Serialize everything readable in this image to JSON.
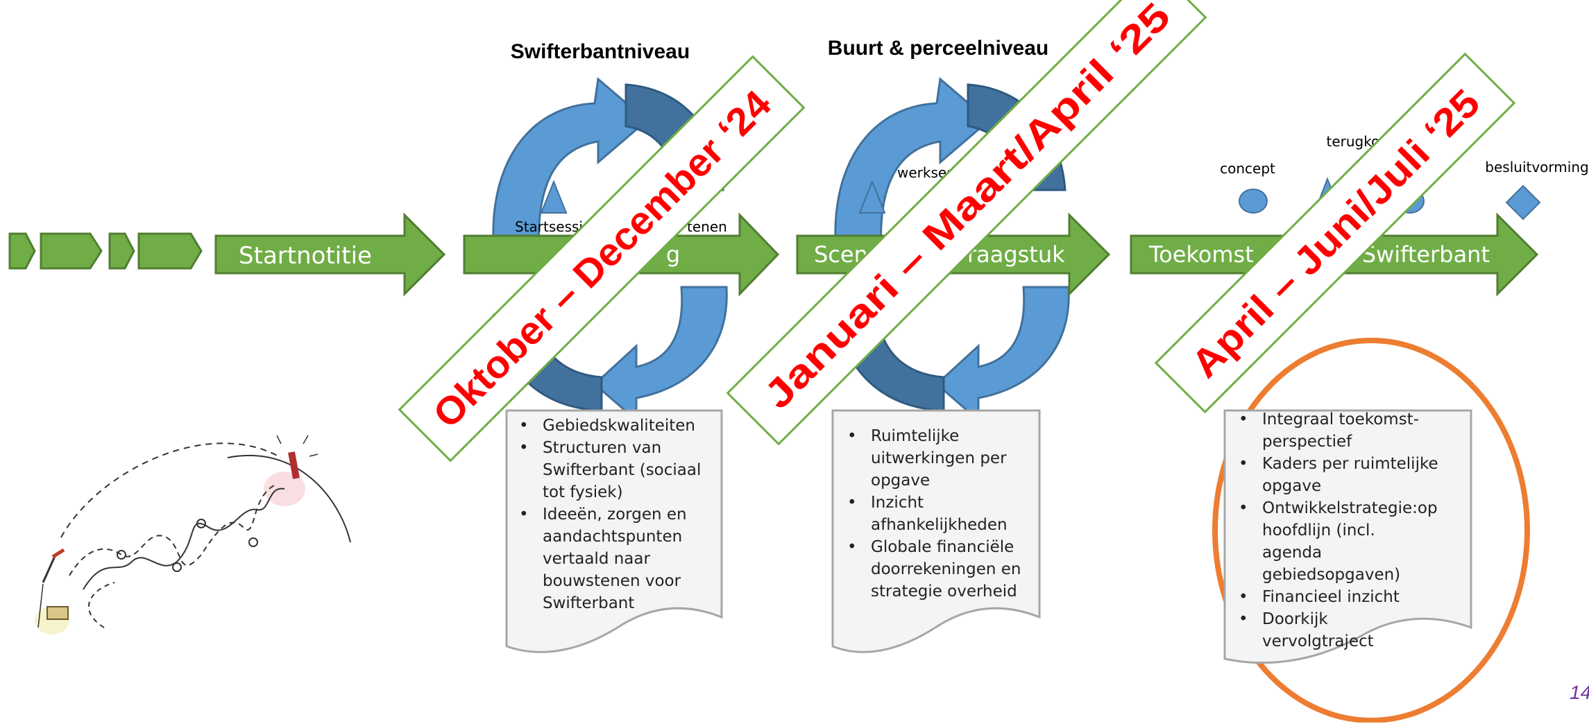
{
  "headings": {
    "level_1": "Swifterbantniveau",
    "level_2": "Buurt & perceelniveau"
  },
  "arrows": {
    "a1": "Startnotitie",
    "a2": "g",
    "a3_left": "Scen",
    "a3_right": "vraagstuk",
    "a4_left": "Toekomst",
    "a4_right": "f Swifterbant"
  },
  "small_labels": {
    "startsessie": "Startsessie",
    "bouwstenen_tail": "tenen",
    "werksessie": "werkses",
    "concept": "concept",
    "terugkoppeling": "terugkoppeling",
    "besluitvorming": "besluitvorming"
  },
  "banners": {
    "b1": "Oktober – December ‘24",
    "b2": "Januari – Maart/April ‘25",
    "b3": "April – Juni/Juli ‘25"
  },
  "notes": {
    "n1": [
      "Gebiedskwaliteiten",
      "Structuren van Swifterbant (sociaal tot fysiek)",
      "Ideeën, zorgen en aandachtspunten vertaald naar bouwstenen voor Swifterbant"
    ],
    "n2": [
      "Ruimtelijke uitwerkingen per opgave",
      "Inzicht afhankelijkheden",
      "Globale financiële doorrekeningen en strategie overheid"
    ],
    "n3": [
      "Integraal toekomst-perspectief",
      "Kaders per ruimtelijke opgave",
      "Ontwikkelstrategie:op hoofdlijn (incl. agenda gebiedsopgaven)",
      "Financieel inzicht",
      "Doorkijk vervolgtraject"
    ]
  },
  "page_number": "14",
  "colors": {
    "arrow_green": "#70ad47",
    "arrow_dark": "#507e32",
    "cycle_light": "#5b9bd5",
    "cycle_dark": "#41719c",
    "banner_red": "#ff0000",
    "banner_border": "#70ad47",
    "ring_orange": "#ed7d31",
    "page_number": "#7030a0"
  }
}
